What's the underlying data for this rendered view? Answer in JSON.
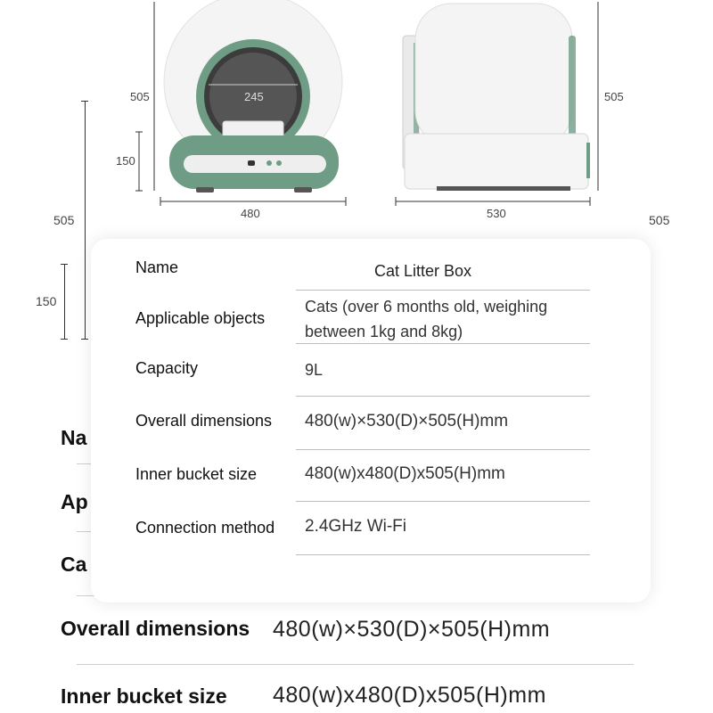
{
  "diagram": {
    "front_view": {
      "height_label": "505",
      "inner_width_label": "245",
      "base_height_label": "150",
      "width_label": "480"
    },
    "side_view": {
      "height_label": "505",
      "depth_label": "530"
    },
    "background_dims": {
      "height_left": "505",
      "base_left": "150",
      "height_right": "505"
    }
  },
  "specs_card": {
    "rows": [
      {
        "label": "Name",
        "value": "Cat Litter Box"
      },
      {
        "label": "Applicable objects",
        "value_line1": "Cats (over 6 months old, weighing",
        "value_line2": "between 1kg and 8kg)"
      },
      {
        "label": "Capacity",
        "value": "9L"
      },
      {
        "label": "Overall dimensions",
        "value": "480(w)×530(D)×505(H)mm"
      },
      {
        "label": "Inner bucket size",
        "value": "480(w)x480(D)x505(H)mm"
      },
      {
        "label": "Connection method",
        "value": "2.4GHz Wi-Fi"
      }
    ]
  },
  "background_table": {
    "partial_labels": [
      "Na",
      "Ap",
      "Ca"
    ],
    "rows": [
      {
        "label": "Overall dimensions",
        "value": "480(w)×530(D)×505(H)mm"
      },
      {
        "label": "Inner bucket size",
        "value": "480(w)x480(D)x505(H)mm"
      }
    ]
  },
  "colors": {
    "product_green": "#6e9c84",
    "product_white": "#f3f3f3"
  }
}
